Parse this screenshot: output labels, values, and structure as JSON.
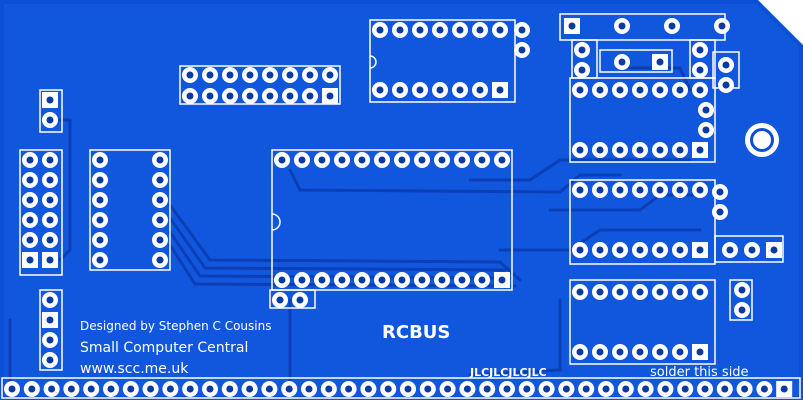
{
  "board": {
    "designer_credit": "Designed by Stephen C Cousins",
    "company": "Small Computer Central",
    "website": "www.scc.me.uk",
    "bus_logo": "RCBUS",
    "fab_mark": "JLCJLCJLCJLC",
    "solder_note": "solder this side"
  },
  "colors": {
    "board": "#0a4fd6",
    "copper_fill": "#1f67ef",
    "trace": "#0b3fb5",
    "silkscreen": "#ffffff",
    "pad_ring": "#ffffff",
    "pad_hole": "#0a3aa0"
  },
  "icons": {
    "mounting_hole": "mounting-hole-icon",
    "pad": "through-hole-pad-icon"
  }
}
